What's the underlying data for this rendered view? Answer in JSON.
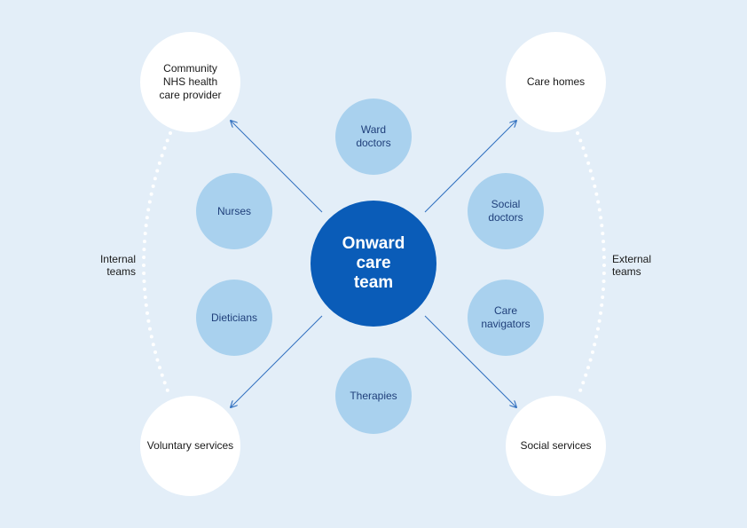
{
  "colors": {
    "background": "#e3eef8",
    "center": "#0a5cb8",
    "inner": "#a9d1ee",
    "inner_text": "#1f3f7a",
    "outer": "#ffffff",
    "connector": "#2f6fbf"
  },
  "center": {
    "label": "Onward\ncare\nteam"
  },
  "outer": {
    "community": "Community\nNHS health\ncare provider",
    "care_homes": "Care homes",
    "voluntary": "Voluntary services",
    "social_services": "Social services"
  },
  "inner": {
    "ward_doctors": "Ward\ndoctors",
    "nurses": "Nurses",
    "dieticians": "Dieticians",
    "therapies": "Therapies",
    "social_doctors": "Social\ndoctors",
    "care_navigators": "Care\nnavigators"
  },
  "groups": {
    "internal": "Internal\nteams",
    "external": "External\nteams"
  }
}
